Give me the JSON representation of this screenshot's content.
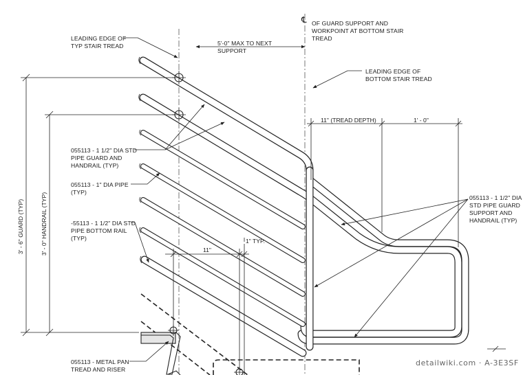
{
  "notes": {
    "leading_edge_typ": [
      "LEADING EDGE OF",
      "TYP STAIR TREAD"
    ],
    "centerline_symbol": "℄",
    "guard_support_workpoint": [
      "OF GUARD SUPPORT AND",
      "WORKPOINT AT BOTTOM STAIR",
      "TREAD"
    ],
    "max_to_next_support": [
      "5'-0\" MAX TO NEXT",
      "SUPPORT"
    ],
    "leading_edge_bottom": [
      "LEADING EDGE OF",
      "BOTTOM STAIR TREAD"
    ],
    "pipe_guard_handrail": [
      "055113 - 1 1/2\" DIA STD",
      "PIPE GUARD AND",
      "HANDRAIL (TYP)"
    ],
    "dia_pipe": [
      "055113 - 1\" DIA PIPE",
      "(TYP)"
    ],
    "bottom_rail": [
      "-55113 - 1 1/2\" DIA STD",
      "PIPE BOTTOM RAIL",
      "(TYP)"
    ],
    "metal_pan": [
      "055113 - METAL PAN",
      "TREAD AND RISER"
    ],
    "std_pipe_guard_support": [
      "055113 - 1 1/2\" DIA",
      "STD PIPE GUARD",
      "SUPPORT AND",
      "HANDRAIL (TYP)"
    ]
  },
  "dimensions": {
    "guard_height": "3' - 6\" GUARD (TYP)",
    "handrail_height": "3' - 0\" HANDRAIL (TYP)",
    "tread_depth": "11\" (TREAD DEPTH)",
    "extension": "1' - 0\"",
    "baluster_spacing": "11\"",
    "typ_gap": "1\" TYP."
  },
  "watermark": "detailwiki.com · A-3E3SF"
}
